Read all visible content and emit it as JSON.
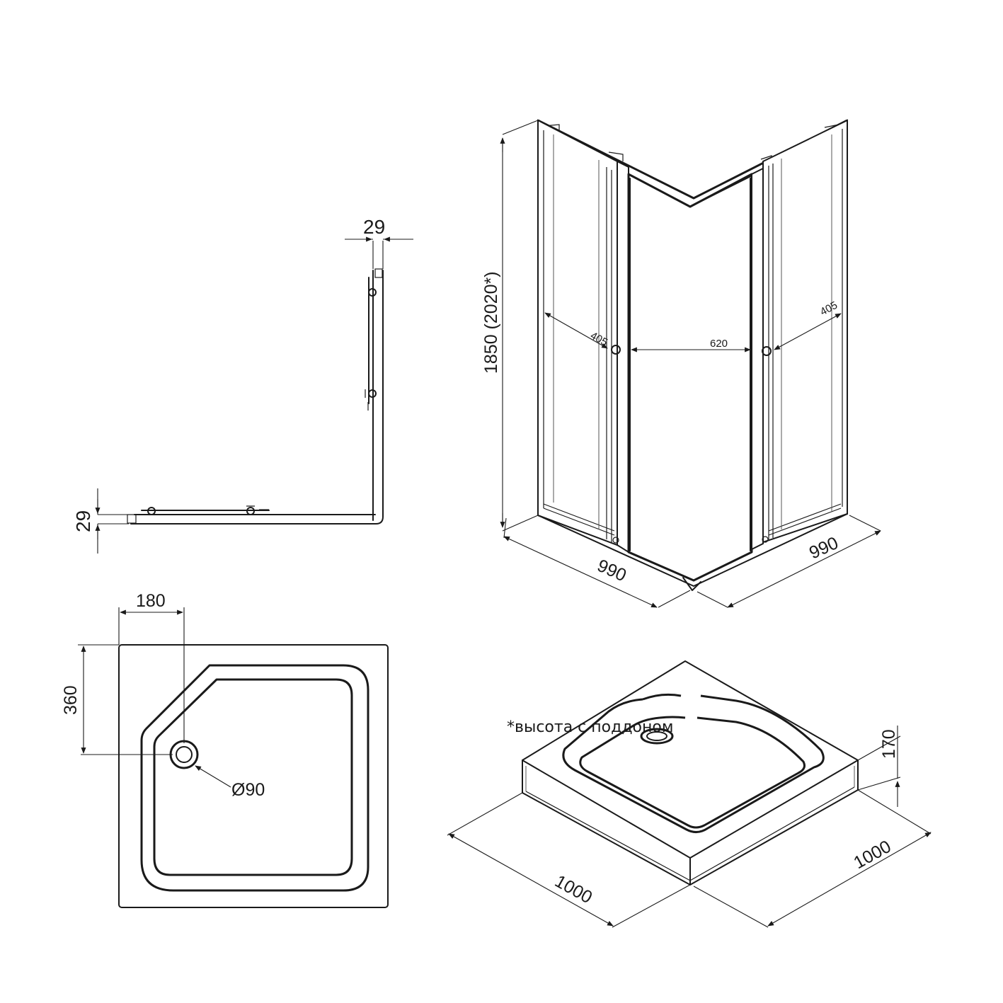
{
  "labels": {
    "top_profile_29": "29",
    "side_profile_29": "29",
    "height": "1850 (2020*)",
    "door_left": "405",
    "door_right": "405",
    "entry_width": "620",
    "cabin_width_left": "990",
    "cabin_width_right": "990",
    "drain_offset_x": "180",
    "drain_offset_y": "360",
    "drain_diameter": "Ø90",
    "tray_height": "170",
    "tray_width_left": "1000",
    "tray_width_right": "1000"
  },
  "footnote": "*высота с поддоном"
}
